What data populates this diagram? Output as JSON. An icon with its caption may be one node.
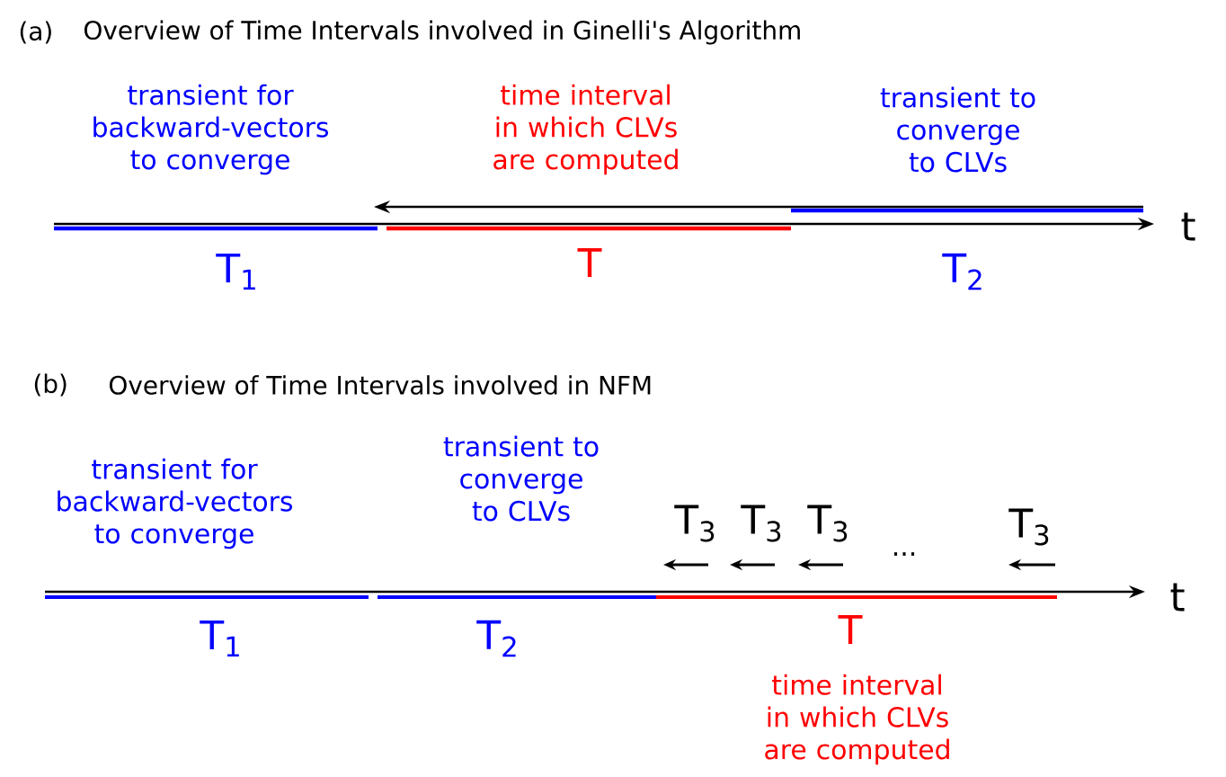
{
  "diagram": {
    "labels": [
      "(a)",
      "Overview of Time Intervals involved in Ginelli's Algorithm",
      "transient for backward-vectors to converge",
      "time interval in which CLVs are computed",
      "transient to converge to CLVs",
      "t",
      "T$_{1}$",
      "T",
      "T$_{2}$",
      "(b)",
      "Overview of Time Intervals involved in NFM",
      "transient for backward-vectors to converge",
      "transient to converge to CLVs",
      "T$_{3}$",
      "T$_{3}$",
      "T$_{3}$",
      "...",
      "T$_{3}$",
      "t",
      "T$_{1}$",
      "T$_{2}$",
      "T",
      "time interval in which CLVs are computed"
    ]
  }
}
